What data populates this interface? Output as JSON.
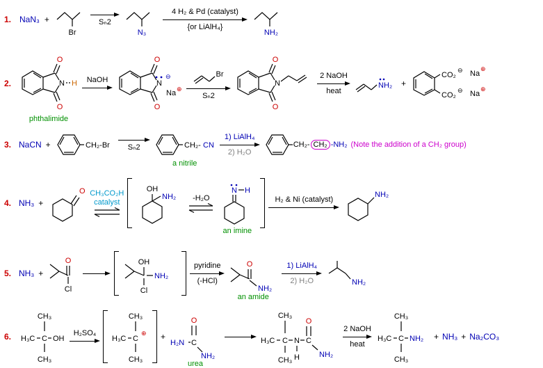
{
  "r1": {
    "num": "1.",
    "reagent1": "NaN₃",
    "plus": "+",
    "br_label": "Br",
    "arrow1_bot": "Sₙ2",
    "azide_label": "N₃",
    "arrow2_top": "4 H₂ & Pd (catalyst)",
    "arrow2_bot": "{or LiAlH₄}",
    "amine_label": "NH₂"
  },
  "r2": {
    "num": "2.",
    "phth": {
      "o_top": "O",
      "n": "N",
      "h": "H",
      "o_bot": "O",
      "caption": "phthalimide"
    },
    "arrow1_top": "NaOH",
    "anion": {
      "o_top": "O",
      "n": "N",
      "minus": "⊖",
      "na": "Na",
      "plus": "⊕",
      "o_bot": "O"
    },
    "allylbr": {
      "br": "Br"
    },
    "arrow2_bot": "Sₙ2",
    "nallyl": {
      "o_top": "O",
      "n": "N",
      "o_bot": "O"
    },
    "arrow3_top": "2 NaOH",
    "arrow3_bot": "heat",
    "allylamine": {
      "nh2": "NH₂"
    },
    "plus": "+",
    "phthalate": {
      "co2_top": "CO₂",
      "minus_top": "⊖",
      "na_top": "Na",
      "plus_top": "⊕",
      "co2_bot": "CO₂",
      "minus_bot": "⊖",
      "na_bot": "Na",
      "plus_bot": "⊕"
    }
  },
  "r3": {
    "num": "3.",
    "reagent1": "NaCN",
    "plus": "+",
    "benzylbr": "CH₂-Br",
    "arrow1_bot": "Sₙ2",
    "nitrile_pre": "CH₂-",
    "nitrile_cn": "CN",
    "nitrile_caption": "a nitrile",
    "arrow2_top": "1) LiAlH₄",
    "arrow2_bot": "2) H₂O",
    "prod_pre": "CH₂-",
    "prod_boxed": "CH₂",
    "prod_post": "-NH₂",
    "note": "(Note the addition of a CH₂ group)"
  },
  "r4": {
    "num": "4.",
    "nh3": "NH₃",
    "plus": "+",
    "ketone_o": "O",
    "eq1_top1": "CH₃CO₂H",
    "eq1_top2": "catalyst",
    "aminol_oh": "OH",
    "aminol_nh2": "NH₂",
    "eq2_top": "-H₂O",
    "imine_n": "N",
    "imine_h": "H",
    "imine_caption": "an imine",
    "arrow3_top": "H₂ & Ni (catalyst)",
    "amine_nh2": "NH₂"
  },
  "r5": {
    "num": "5.",
    "nh3": "NH₃",
    "plus": "+",
    "acyl_o": "O",
    "acyl_cl": "Cl",
    "int_oh": "OH",
    "int_nh2": "NH₂",
    "int_cl": "Cl",
    "arrow2_top": "pyridine",
    "arrow2_bot": "(-HCl)",
    "amide_o": "O",
    "amide_nh2": "NH₂",
    "amide_caption": "an amide",
    "arrow3_top": "1) LiAlH₄",
    "arrow3_bot": "2) H₂O",
    "amine_nh2": "NH₂"
  },
  "r6": {
    "num": "6.",
    "tbuoh": {
      "ch3_top": "CH₃",
      "h3c": "H₃C",
      "c": "C",
      "oh": "OH",
      "ch3_bot": "CH₃"
    },
    "arrow1_top": "H₂SO₄",
    "cation": {
      "ch3_top": "CH₃",
      "h3c": "H₃C",
      "c": "C",
      "plus": "⊕",
      "ch3_bot": "CH₃"
    },
    "plus1": "+",
    "urea": {
      "o": "O",
      "h2n": "H₂N",
      "c": "C",
      "nh2": "NH₂",
      "caption": "urea"
    },
    "tbuurea": {
      "ch3_top": "CH₃",
      "h3c": "H₃C",
      "c1": "C",
      "n": "N",
      "h": "H",
      "c2": "C",
      "o": "O",
      "nh2": "NH₂",
      "ch3_bot": "CH₃"
    },
    "arrow3_top": "2 NaOH",
    "arrow3_bot": "heat",
    "product": {
      "ch3_top": "CH₃",
      "h3c": "H₃C",
      "c": "C",
      "nh2": "NH₂",
      "ch3_bot": "CH₃"
    },
    "plus2": "+",
    "nh3": "NH₃",
    "plus3": "+",
    "na2co3": "Na₂CO₃"
  }
}
